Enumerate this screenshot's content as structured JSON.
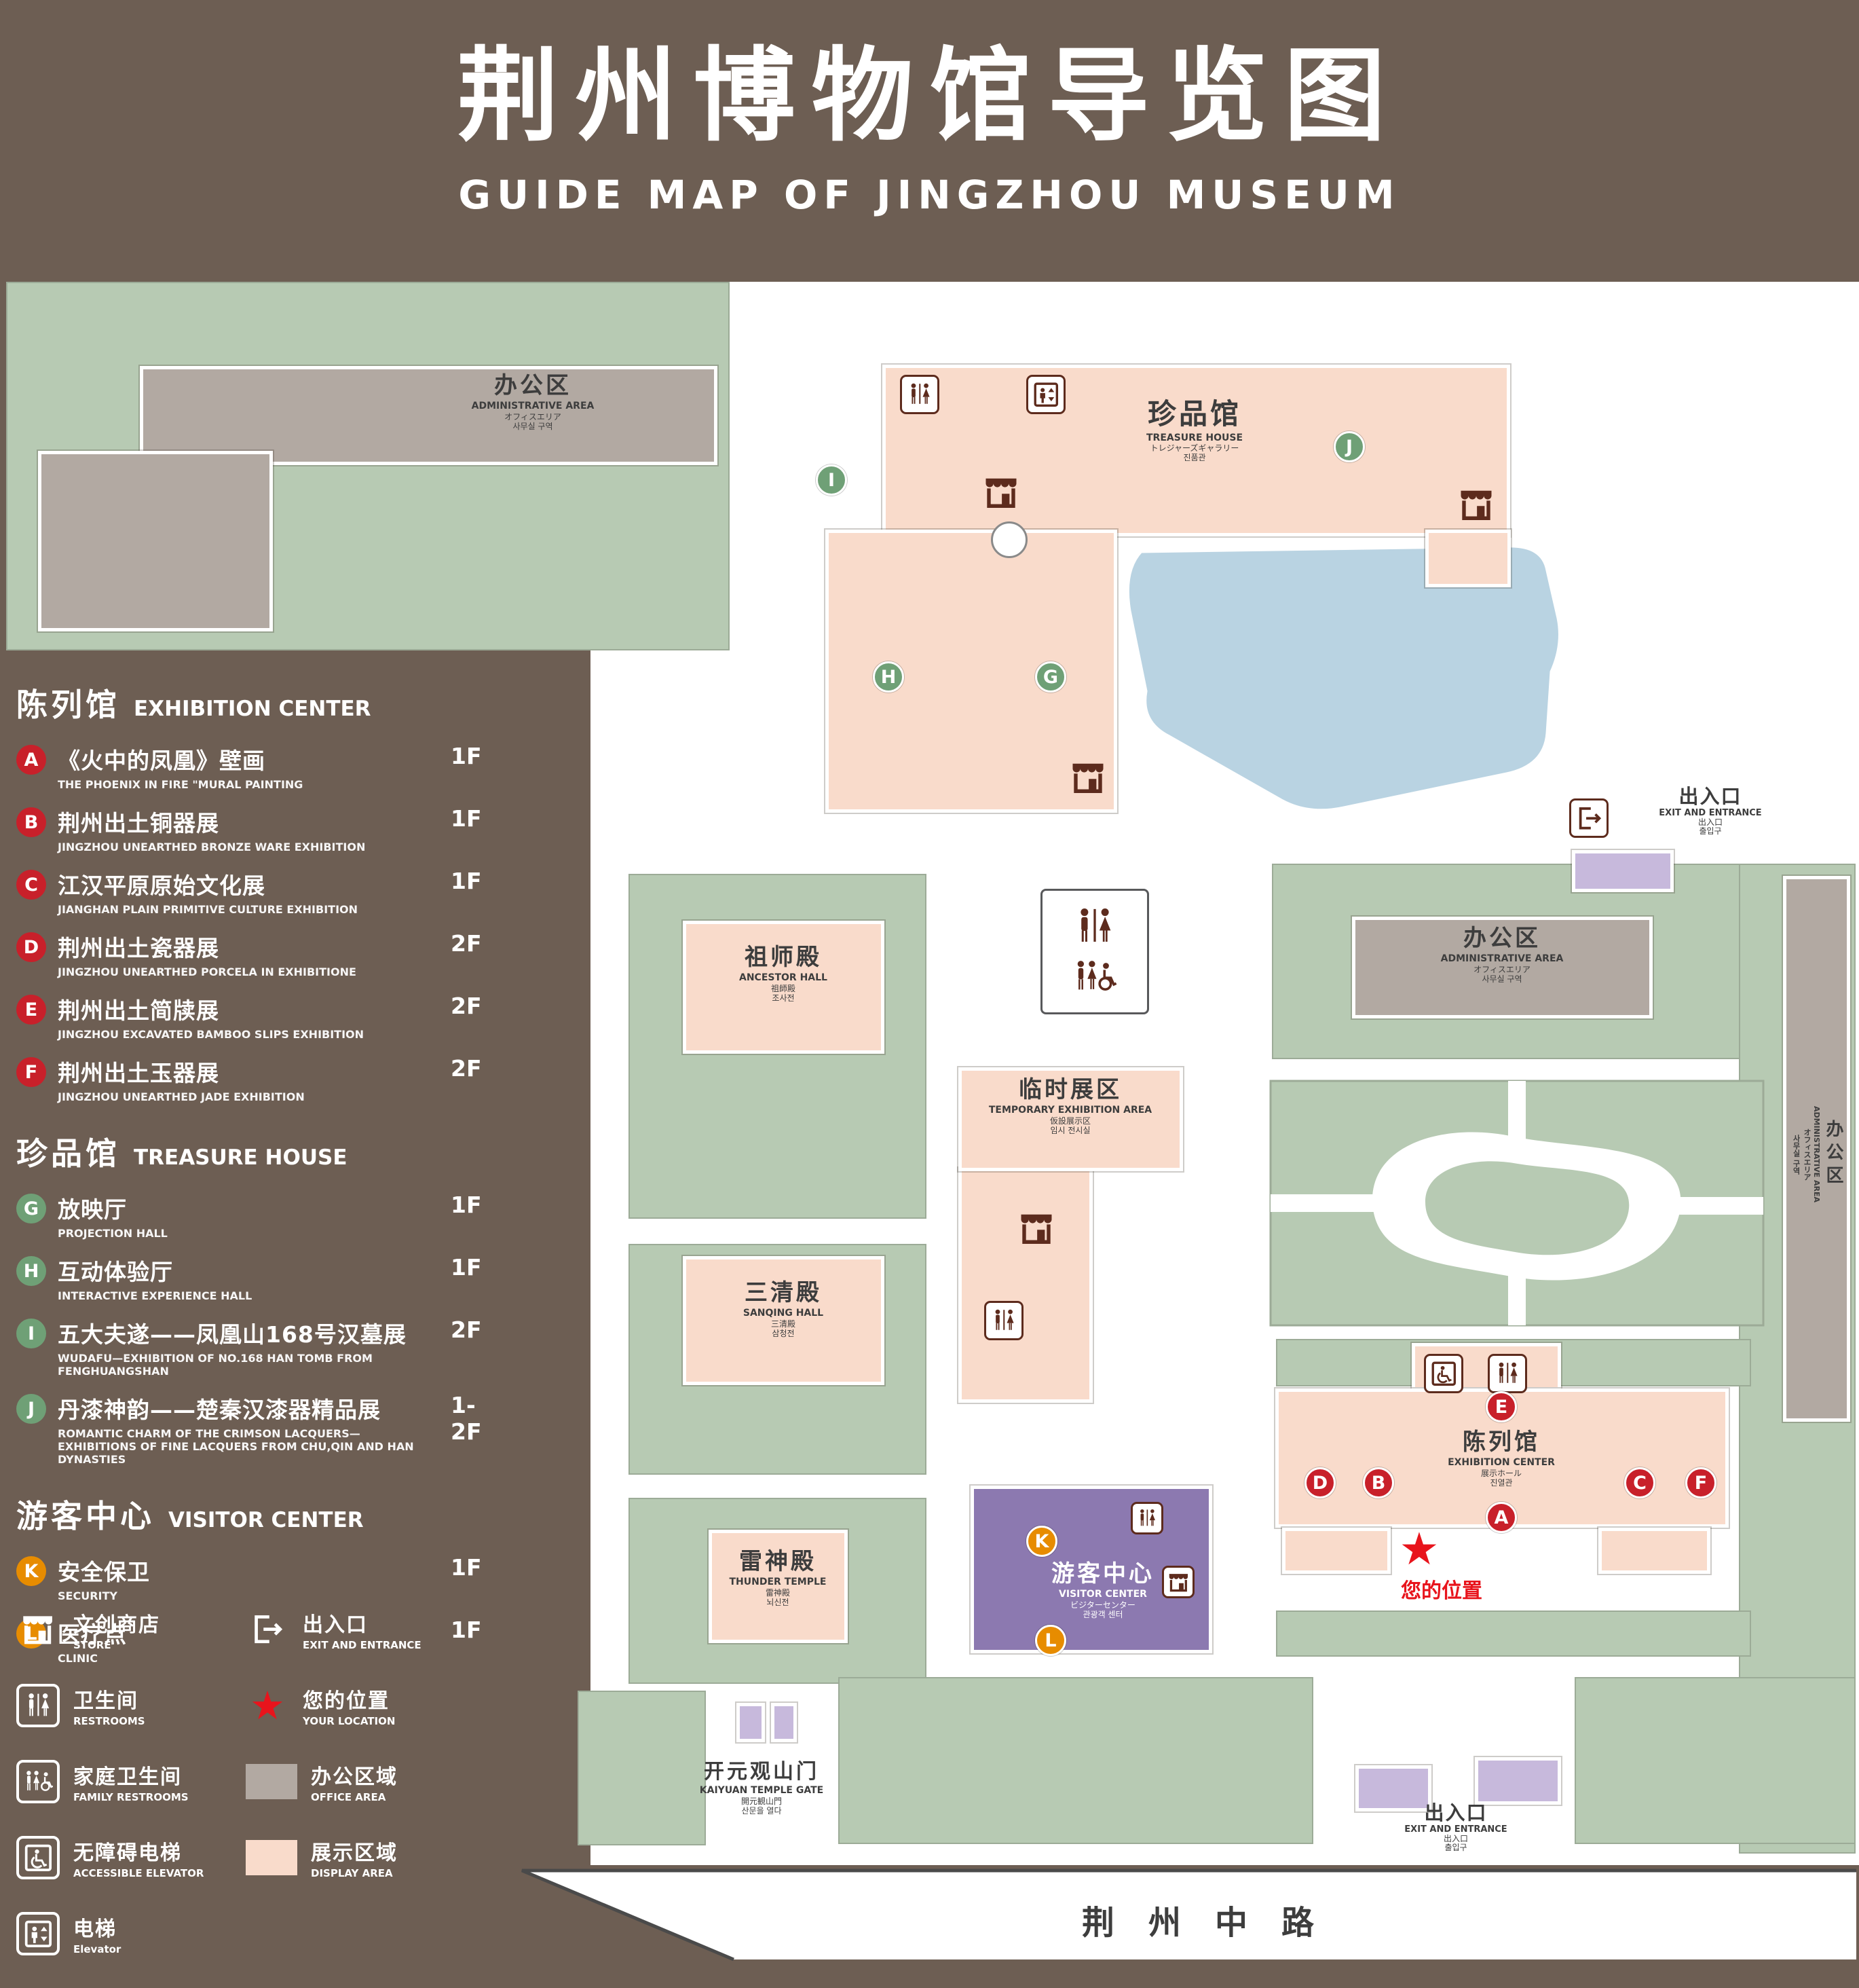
{
  "title": {
    "zh": "荆州博物馆导览图",
    "en": "GUIDE MAP OF JINGZHOU MUSEUM"
  },
  "colors": {
    "background": "#6d5e53",
    "lawn": "#b7cab3",
    "display_area": "#f9dbcb",
    "office_area": "#b2a9a2",
    "visitor_center": "#8c79b0",
    "pond": "#b9d3e2",
    "gate_pad": "#c7b9dc",
    "marker_red": "#c8202a",
    "marker_green": "#6fa076",
    "marker_orange": "#e78c00",
    "location_red": "#e8141c"
  },
  "icons": {
    "star": "★"
  },
  "sidebar": {
    "sections": [
      {
        "zh": "陈列馆",
        "en": "EXHIBITION CENTER",
        "items": [
          {
            "letter": "A",
            "zh": "《火中的凤凰》壁画",
            "en": "THE PHOENIX IN FIRE \"MURAL PAINTING",
            "floor": "1F"
          },
          {
            "letter": "B",
            "zh": "荆州出土铜器展",
            "en": "JINGZHOU UNEARTHED BRONZE WARE EXHIBITION",
            "floor": "1F"
          },
          {
            "letter": "C",
            "zh": "江汉平原原始文化展",
            "en": "JIANGHAN PLAIN PRIMITIVE CULTURE EXHIBITION",
            "floor": "1F"
          },
          {
            "letter": "D",
            "zh": "荆州出土瓷器展",
            "en": "JINGZHOU UNEARTHED PORCELA IN EXHIBITIONE",
            "floor": "2F"
          },
          {
            "letter": "E",
            "zh": "荆州出土简牍展",
            "en": "JINGZHOU EXCAVATED BAMBOO SLIPS EXHIBITION",
            "floor": "2F"
          },
          {
            "letter": "F",
            "zh": "荆州出土玉器展",
            "en": "JINGZHOU UNEARTHED JADE EXHIBITION",
            "floor": "2F"
          }
        ]
      },
      {
        "zh": "珍品馆",
        "en": "TREASURE HOUSE",
        "items": [
          {
            "letter": "G",
            "zh": "放映厅",
            "en": "PROJECTION HALL",
            "floor": "1F"
          },
          {
            "letter": "H",
            "zh": "互动体验厅",
            "en": "INTERACTIVE EXPERIENCE HALL",
            "floor": "1F"
          },
          {
            "letter": "I",
            "zh": "五大夫遂——凤凰山168号汉墓展",
            "en": "WUDAFU—EXHIBITION OF NO.168 HAN TOMB FROM FENGHUANGSHAN",
            "floor": "2F"
          },
          {
            "letter": "J",
            "zh": "丹漆神韵——楚秦汉漆器精品展",
            "en": "ROMANTIC CHARM OF THE CRIMSON LACQUERS—EXHIBITIONS OF FINE LACQUERS FROM CHU,QIN AND HAN DYNASTIES",
            "floor": "1-2F"
          }
        ]
      },
      {
        "zh": "游客中心",
        "en": "VISITOR CENTER",
        "items": [
          {
            "letter": "K",
            "zh": "安全保卫",
            "en": "SECURITY",
            "floor": "1F"
          },
          {
            "letter": "L",
            "zh": "医疗点",
            "en": "CLINIC",
            "floor": "1F"
          }
        ]
      }
    ]
  },
  "legend": {
    "items": [
      {
        "icon": "store-icon",
        "zh": "文创商店",
        "en": "STORE"
      },
      {
        "icon": "exit-icon",
        "zh": "出入口",
        "en": "EXIT AND ENTRANCE"
      },
      {
        "icon": "restroom-icon",
        "zh": "卫生间",
        "en": "RESTROOMS"
      },
      {
        "icon": "location-star-icon",
        "zh": "您的位置",
        "en": "YOUR LOCATION"
      },
      {
        "icon": "family-restroom-icon",
        "zh": "家庭卫生间",
        "en": "FAMILY RESTROOMS"
      },
      {
        "icon": "office-area-swatch",
        "zh": "办公区域",
        "en": "OFFICE AREA"
      },
      {
        "icon": "accessible-elevator-icon",
        "zh": "无障碍电梯",
        "en": "ACCESSIBLE ELEVATOR"
      },
      {
        "icon": "display-area-swatch",
        "zh": "展示区域",
        "en": "DISPLAY AREA"
      },
      {
        "icon": "elevator-icon",
        "zh": "电梯",
        "en": "Elevator"
      }
    ]
  },
  "map": {
    "labels": {
      "admin_top": {
        "zh": "办公区",
        "en": "ADMINISTRATIVE AREA",
        "ja": "オフィスエリア",
        "ko": "사무실 구역"
      },
      "treasure_house": {
        "zh": "珍品馆",
        "en": "TREASURE HOUSE",
        "ja": "トレジャーズギャラリー",
        "ko": "진품관"
      },
      "exit_right": {
        "zh": "出入口",
        "en": "EXIT AND ENTRANCE",
        "ja": "出入口",
        "ko": "출입구"
      },
      "admin_mid": {
        "zh": "办公区",
        "en": "ADMINISTRATIVE AREA",
        "ja": "オフィスエリア",
        "ko": "사무실 구역"
      },
      "admin_strip": {
        "zh": "办公区",
        "en": "ADMINISTRATIVE AREA",
        "ja": "オフィスエリア",
        "ko": "사무실 구역"
      },
      "ancestor_hall": {
        "zh": "祖师殿",
        "en": "ANCESTOR HALL",
        "ja": "祖師殿",
        "ko": "조사전"
      },
      "temporary": {
        "zh": "临时展区",
        "en": "TEMPORARY EXHIBITION AREA",
        "ja": "仮設展示区",
        "ko": "임시 전시실"
      },
      "sanqing_hall": {
        "zh": "三清殿",
        "en": "SANQING HALL",
        "ja": "三清殿",
        "ko": "삼청전"
      },
      "thunder_temple": {
        "zh": "雷神殿",
        "en": "THUNDER TEMPLE",
        "ja": "雷神殿",
        "ko": "뇌신전"
      },
      "visitor_center": {
        "zh": "游客中心",
        "en": "VISITOR CENTER",
        "ja": "ビジターセンター",
        "ko": "관광객 센터"
      },
      "exhibition_center": {
        "zh": "陈列馆",
        "en": "EXHIBITION CENTER",
        "ja": "展示ホール",
        "ko": "진열관"
      },
      "kaiyuan_gate": {
        "zh": "开元观山门",
        "en": "KAIYUAN TEMPLE GATE",
        "ja": "開元観山門",
        "ko": "산문을 열다"
      },
      "exit_bottom": {
        "zh": "出入口",
        "en": "EXIT AND ENTRANCE",
        "ja": "出入口",
        "ko": "출입구"
      },
      "your_location": {
        "zh": "您的位置"
      },
      "road": {
        "zh": "荆州中路"
      }
    },
    "markers": {
      "A": "A",
      "B": "B",
      "C": "C",
      "D": "D",
      "E": "E",
      "F": "F",
      "G": "G",
      "H": "H",
      "I": "I",
      "J": "J",
      "K": "K",
      "L": "L"
    }
  }
}
